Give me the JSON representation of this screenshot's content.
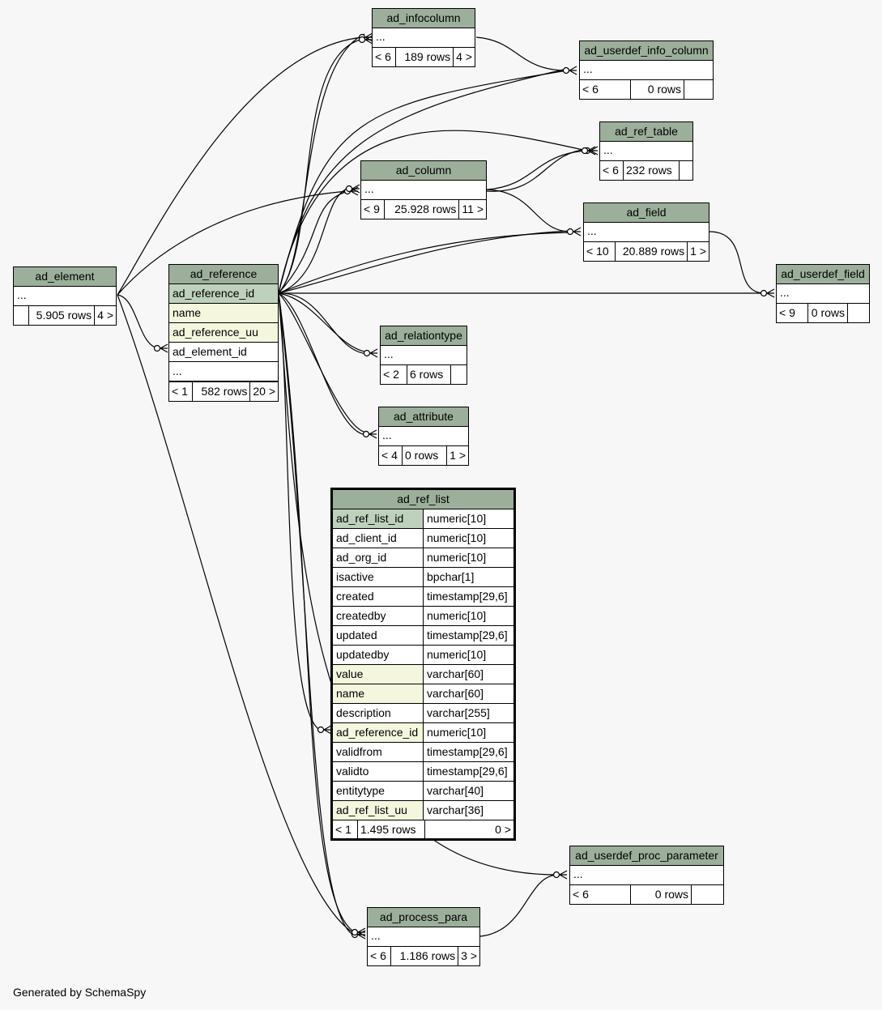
{
  "footer": "Generated by SchemaSpy",
  "colors": {
    "background": "#f7f7f7",
    "header": "#9caf9b",
    "primary_key": "#bed1bc",
    "indexed": "#f4f7de",
    "line": "#000000"
  },
  "tables": {
    "ad_infocolumn": {
      "name": "ad_infocolumn",
      "cols": [
        "..."
      ],
      "parents": "< 6",
      "rows": "189 rows",
      "children": "4 >"
    },
    "ad_userdef_info_column": {
      "name": "ad_userdef_info_column",
      "cols": [
        "..."
      ],
      "parents": "< 6",
      "rows": "0 rows",
      "children": ""
    },
    "ad_ref_table": {
      "name": "ad_ref_table",
      "cols": [
        "..."
      ],
      "parents": "< 6",
      "rows": "232 rows",
      "children": ""
    },
    "ad_column": {
      "name": "ad_column",
      "cols": [
        "..."
      ],
      "parents": "< 9",
      "rows": "25.928 rows",
      "children": "11 >"
    },
    "ad_field": {
      "name": "ad_field",
      "cols": [
        "..."
      ],
      "parents": "< 10",
      "rows": "20.889 rows",
      "children": "1 >"
    },
    "ad_userdef_field": {
      "name": "ad_userdef_field",
      "cols": [
        "..."
      ],
      "parents": "< 9",
      "rows": "0 rows",
      "children": ""
    },
    "ad_element": {
      "name": "ad_element",
      "cols": [
        "..."
      ],
      "parents": "",
      "rows": "5.905 rows",
      "children": "4 >"
    },
    "ad_reference": {
      "name": "ad_reference",
      "cols": [
        "ad_reference_id",
        "name",
        "ad_reference_uu",
        "ad_element_id",
        "..."
      ],
      "parents": "< 1",
      "rows": "582 rows",
      "children": "20 >"
    },
    "ad_relationtype": {
      "name": "ad_relationtype",
      "cols": [
        "..."
      ],
      "parents": "< 2",
      "rows": "6 rows",
      "children": ""
    },
    "ad_attribute": {
      "name": "ad_attribute",
      "cols": [
        "..."
      ],
      "parents": "< 4",
      "rows": "0 rows",
      "children": "1 >"
    },
    "ad_userdef_proc_parameter": {
      "name": "ad_userdef_proc_parameter",
      "cols": [
        "..."
      ],
      "parents": "< 6",
      "rows": "0 rows",
      "children": ""
    },
    "ad_process_para": {
      "name": "ad_process_para",
      "cols": [
        "..."
      ],
      "parents": "< 6",
      "rows": "1.186 rows",
      "children": "3 >"
    }
  },
  "focus": {
    "name": "ad_ref_list",
    "columns": [
      {
        "name": "ad_ref_list_id",
        "type": "numeric[10]",
        "kind": "pk"
      },
      {
        "name": "ad_client_id",
        "type": "numeric[10]",
        "kind": ""
      },
      {
        "name": "ad_org_id",
        "type": "numeric[10]",
        "kind": ""
      },
      {
        "name": "isactive",
        "type": "bpchar[1]",
        "kind": ""
      },
      {
        "name": "created",
        "type": "timestamp[29,6]",
        "kind": ""
      },
      {
        "name": "createdby",
        "type": "numeric[10]",
        "kind": ""
      },
      {
        "name": "updated",
        "type": "timestamp[29,6]",
        "kind": ""
      },
      {
        "name": "updatedby",
        "type": "numeric[10]",
        "kind": ""
      },
      {
        "name": "value",
        "type": "varchar[60]",
        "kind": "idx"
      },
      {
        "name": "name",
        "type": "varchar[60]",
        "kind": "idx"
      },
      {
        "name": "description",
        "type": "varchar[255]",
        "kind": ""
      },
      {
        "name": "ad_reference_id",
        "type": "numeric[10]",
        "kind": "idx"
      },
      {
        "name": "validfrom",
        "type": "timestamp[29,6]",
        "kind": ""
      },
      {
        "name": "validto",
        "type": "timestamp[29,6]",
        "kind": ""
      },
      {
        "name": "entitytype",
        "type": "varchar[40]",
        "kind": ""
      },
      {
        "name": "ad_ref_list_uu",
        "type": "varchar[36]",
        "kind": "idx"
      }
    ],
    "parents": "< 1",
    "rows": "1.495 rows",
    "children": "0 >"
  }
}
